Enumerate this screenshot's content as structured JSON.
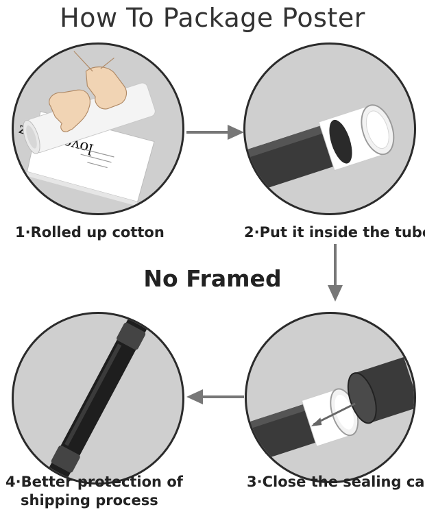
{
  "header": {
    "title": "How To Package Poster"
  },
  "subtitle": "No Framed",
  "poster_text": "love yourz",
  "steps": [
    {
      "number": "1",
      "sep": "·",
      "label": "Rolled up cotton"
    },
    {
      "number": "2",
      "sep": "·",
      "label": "Put it inside the tube"
    },
    {
      "number": "3",
      "sep": "·",
      "label": "Close the sealing cap"
    },
    {
      "number": "4",
      "sep": "·",
      "label_line1": "Better protection of",
      "label_line2": "shipping process"
    }
  ],
  "colors": {
    "circle_bg": "#cfcfcf",
    "border": "#2b2b2b",
    "arrow": "#777777",
    "tube": "#3a3a3a"
  }
}
